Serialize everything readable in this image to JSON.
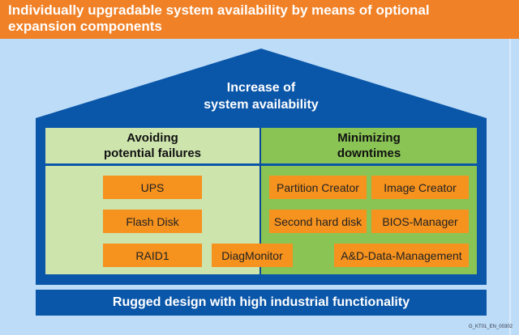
{
  "banner": {
    "title": "Individually upgradable system availability by means of optional expansion components"
  },
  "roof": {
    "title_line1": "Increase of",
    "title_line2": "system availability"
  },
  "columns": [
    {
      "heading_line1": "Avoiding",
      "heading_line2": "potential failures",
      "items": [
        "UPS",
        "Flash Disk",
        "RAID1"
      ]
    },
    {
      "heading_line1": "Minimizing",
      "heading_line2": "downtimes",
      "items": [
        "Partition Creator",
        "Image Creator",
        "Second hard disk",
        "BIOS-Manager",
        "A&D-Data-Management"
      ]
    }
  ],
  "shared_item": "DiagMonitor",
  "foundation": {
    "label": "Rugged design with high industrial functionality"
  },
  "figure_code": "G_KT01_EN_00302",
  "colors": {
    "banner": "#f08127",
    "background": "#bcdcf8",
    "house_blue": "#0a56a8",
    "left_panel": "#cde4ad",
    "right_panel": "#8ac455",
    "item_box": "#f6921e"
  }
}
